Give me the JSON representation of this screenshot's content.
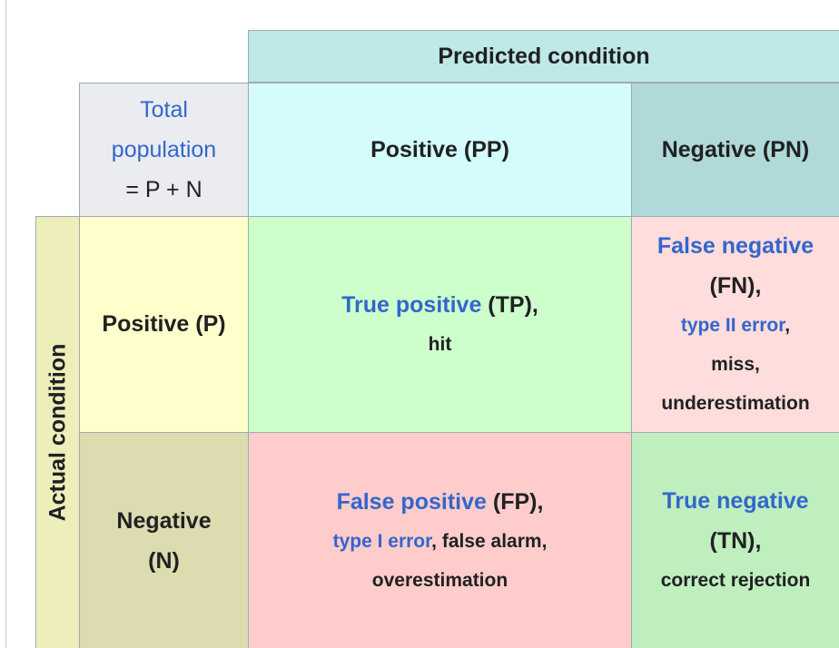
{
  "predicted_condition": "Predicted condition",
  "actual_condition": "Actual condition",
  "total_population": {
    "line1": "Total",
    "line2": "population",
    "formula": "= P + N"
  },
  "predicted_positive": "Positive (PP)",
  "predicted_negative": "Negative (PN)",
  "actual_positive": "Positive (P)",
  "actual_negative": {
    "line1": "Negative",
    "line2": "(N)"
  },
  "true_positive": {
    "term": "True positive",
    "abbr": " (TP),",
    "desc": "hit"
  },
  "false_negative": {
    "term": "False negative",
    "abbr": "(FN),",
    "error_link": "type II error",
    "error_comma": ",",
    "desc1": "miss,",
    "desc2": "underestimation"
  },
  "false_positive": {
    "term": "False positive",
    "abbr": " (FP),",
    "error_link": "type I error",
    "error_rest": ", false alarm,",
    "desc2": "overestimation"
  },
  "true_negative": {
    "term": "True negative",
    "abbr": "(TN),",
    "desc": "correct rejection"
  },
  "colors": {
    "link": "#3366cc",
    "predicted_header": "#bfe8e8",
    "predicted_positive": "#d4fcfc",
    "predicted_negative": "#b0d9d9",
    "actual_header": "#eeeebb",
    "actual_positive": "#ffffcc",
    "actual_negative": "#dcdcb0",
    "true_positive": "#ccffcc",
    "false_negative": "#ffdddd",
    "false_positive": "#ffcccc",
    "true_negative": "#bfeebf",
    "total_population": "#eaecf0"
  }
}
